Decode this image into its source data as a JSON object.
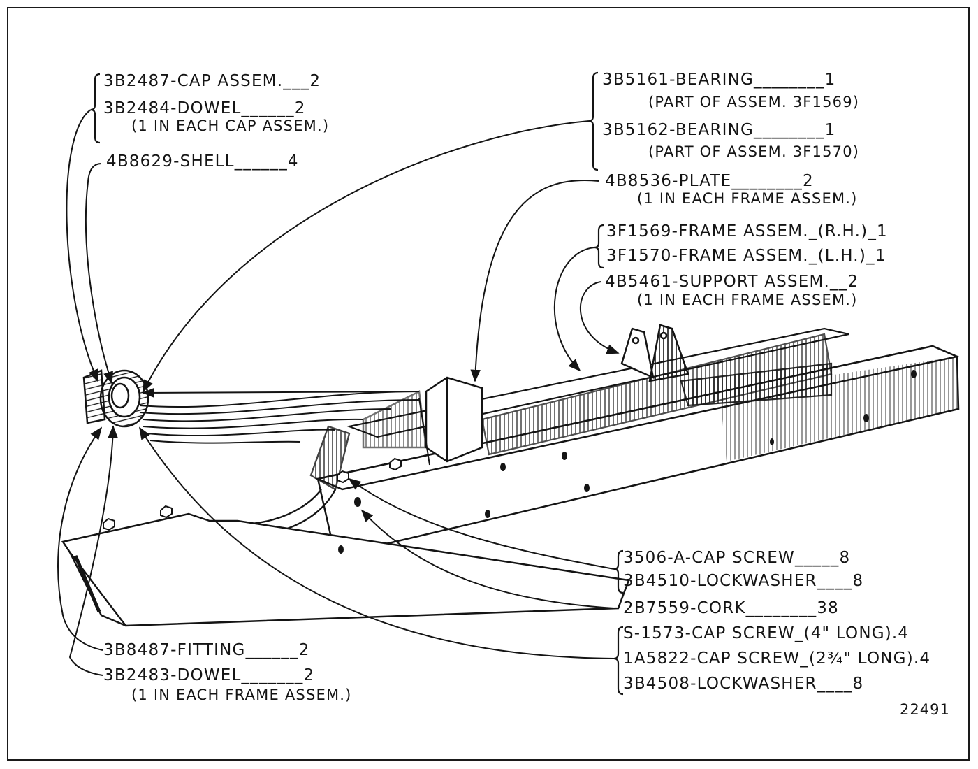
{
  "figure_number": "22491",
  "callouts": {
    "cap_assem": "3B2487-CAP ASSEM.___2",
    "dowel_cap": "3B2484-DOWEL______2",
    "dowel_cap_note": "(1 IN EACH CAP ASSEM.)",
    "shell": "4B8629-SHELL______4",
    "bearing_1": "3B5161-BEARING________1",
    "bearing_1_note": "(PART OF ASSEM. 3F1569)",
    "bearing_2": "3B5162-BEARING________1",
    "bearing_2_note": "(PART OF ASSEM. 3F1570)",
    "plate": "4B8536-PLATE________2",
    "plate_note": "(1 IN EACH FRAME ASSEM.)",
    "frame_rh": "3F1569-FRAME ASSEM._(R.H.)_1",
    "frame_lh": "3F1570-FRAME ASSEM._(L.H.)_1",
    "support": "4B5461-SUPPORT ASSEM.__2",
    "support_note": "(1 IN EACH FRAME ASSEM.)",
    "cap_screw_a": "3506-A-CAP SCREW_____8",
    "lockwasher_a": "3B4510-LOCKWASHER____8",
    "cork": "2B7559-CORK________38",
    "cap_screw_long": "S-1573-CAP SCREW_(4\" LONG).4",
    "cap_screw_short": "1A5822-CAP SCREW_(2¾\" LONG).4",
    "lockwasher_b": "3B4508-LOCKWASHER____8",
    "fitting": "3B8487-FITTING______2",
    "dowel_frame": "3B2483-DOWEL_______2",
    "dowel_frame_note": "(1 IN EACH FRAME ASSEM.)"
  },
  "colors": {
    "ink": "#141414",
    "paper": "#ffffff",
    "shade": "#5a5a5a"
  }
}
